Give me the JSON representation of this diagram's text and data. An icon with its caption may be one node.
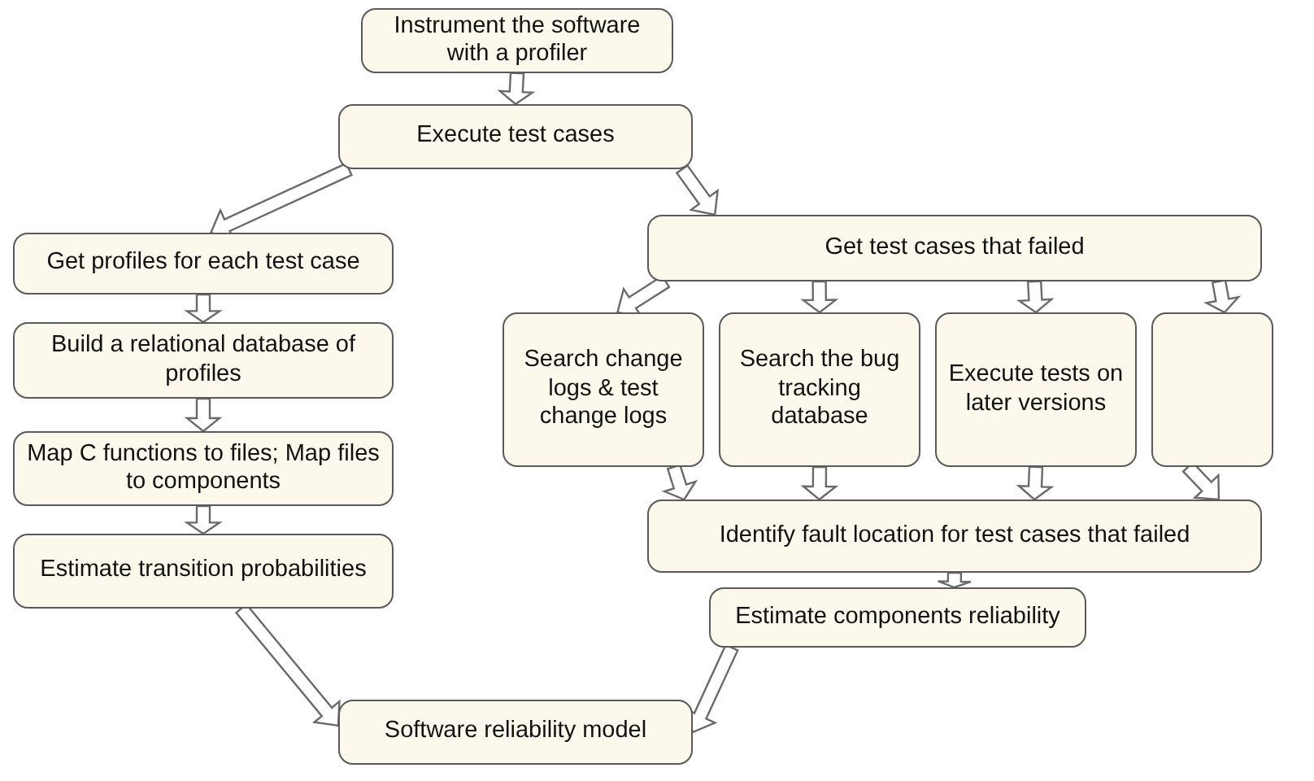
{
  "diagram": {
    "nodes": [
      {
        "text": [
          "Instrument the software with a profiler"
        ]
      },
      {
        "text": [
          "Execute test cases"
        ]
      },
      {
        "text": [
          "Get profiles for each test case"
        ]
      },
      {
        "text": [
          "Get test cases that failed"
        ]
      },
      {
        "text": [
          "Build a relational database of profiles"
        ]
      },
      {
        "text": [
          "Map C functions to files; Map files to components"
        ]
      },
      {
        "text": [
          "Estimate transition probabilities"
        ]
      },
      {
        "text": [
          "Search change logs & test change logs"
        ]
      },
      {
        "text": [
          "Search the bug tracking database"
        ]
      },
      {
        "text": [
          "Execute tests on later versions"
        ]
      },
      {
        "text": [],
        "shape": "box"
      },
      {
        "text": [
          "Identify fault location for test cases that failed"
        ]
      },
      {
        "text": [
          "Estimate components reliability"
        ]
      },
      {
        "text": [
          "Software reliability model"
        ]
      }
    ],
    "edges": [
      {
        "from": 0,
        "to": 1,
        "arrow": "to"
      },
      {
        "from": 1,
        "to": 2,
        "arrow": "to"
      },
      {
        "from": 1,
        "to": 3,
        "arrow": "to"
      },
      {
        "from": 2,
        "to": 4,
        "arrow": "to"
      },
      {
        "from": 4,
        "to": 5,
        "arrow": "to"
      },
      {
        "from": 5,
        "to": 6,
        "arrow": "to"
      },
      {
        "from": 3,
        "to": 7,
        "arrow": "to"
      },
      {
        "from": 3,
        "to": 8,
        "arrow": "to"
      },
      {
        "from": 3,
        "to": 9,
        "arrow": "to"
      },
      {
        "from": 3,
        "to": 10,
        "arrow": "to"
      },
      {
        "from": 7,
        "to": 11,
        "arrow": "to"
      },
      {
        "from": 8,
        "to": 11,
        "arrow": "to"
      },
      {
        "from": 9,
        "to": 11,
        "arrow": "to"
      },
      {
        "from": 10,
        "to": 11,
        "arrow": "to"
      },
      {
        "from": 11,
        "to": 12,
        "arrow": "to"
      },
      {
        "from": 6,
        "to": 13,
        "arrow": "to"
      },
      {
        "from": 12,
        "to": 13,
        "arrow": "to"
      }
    ]
  }
}
